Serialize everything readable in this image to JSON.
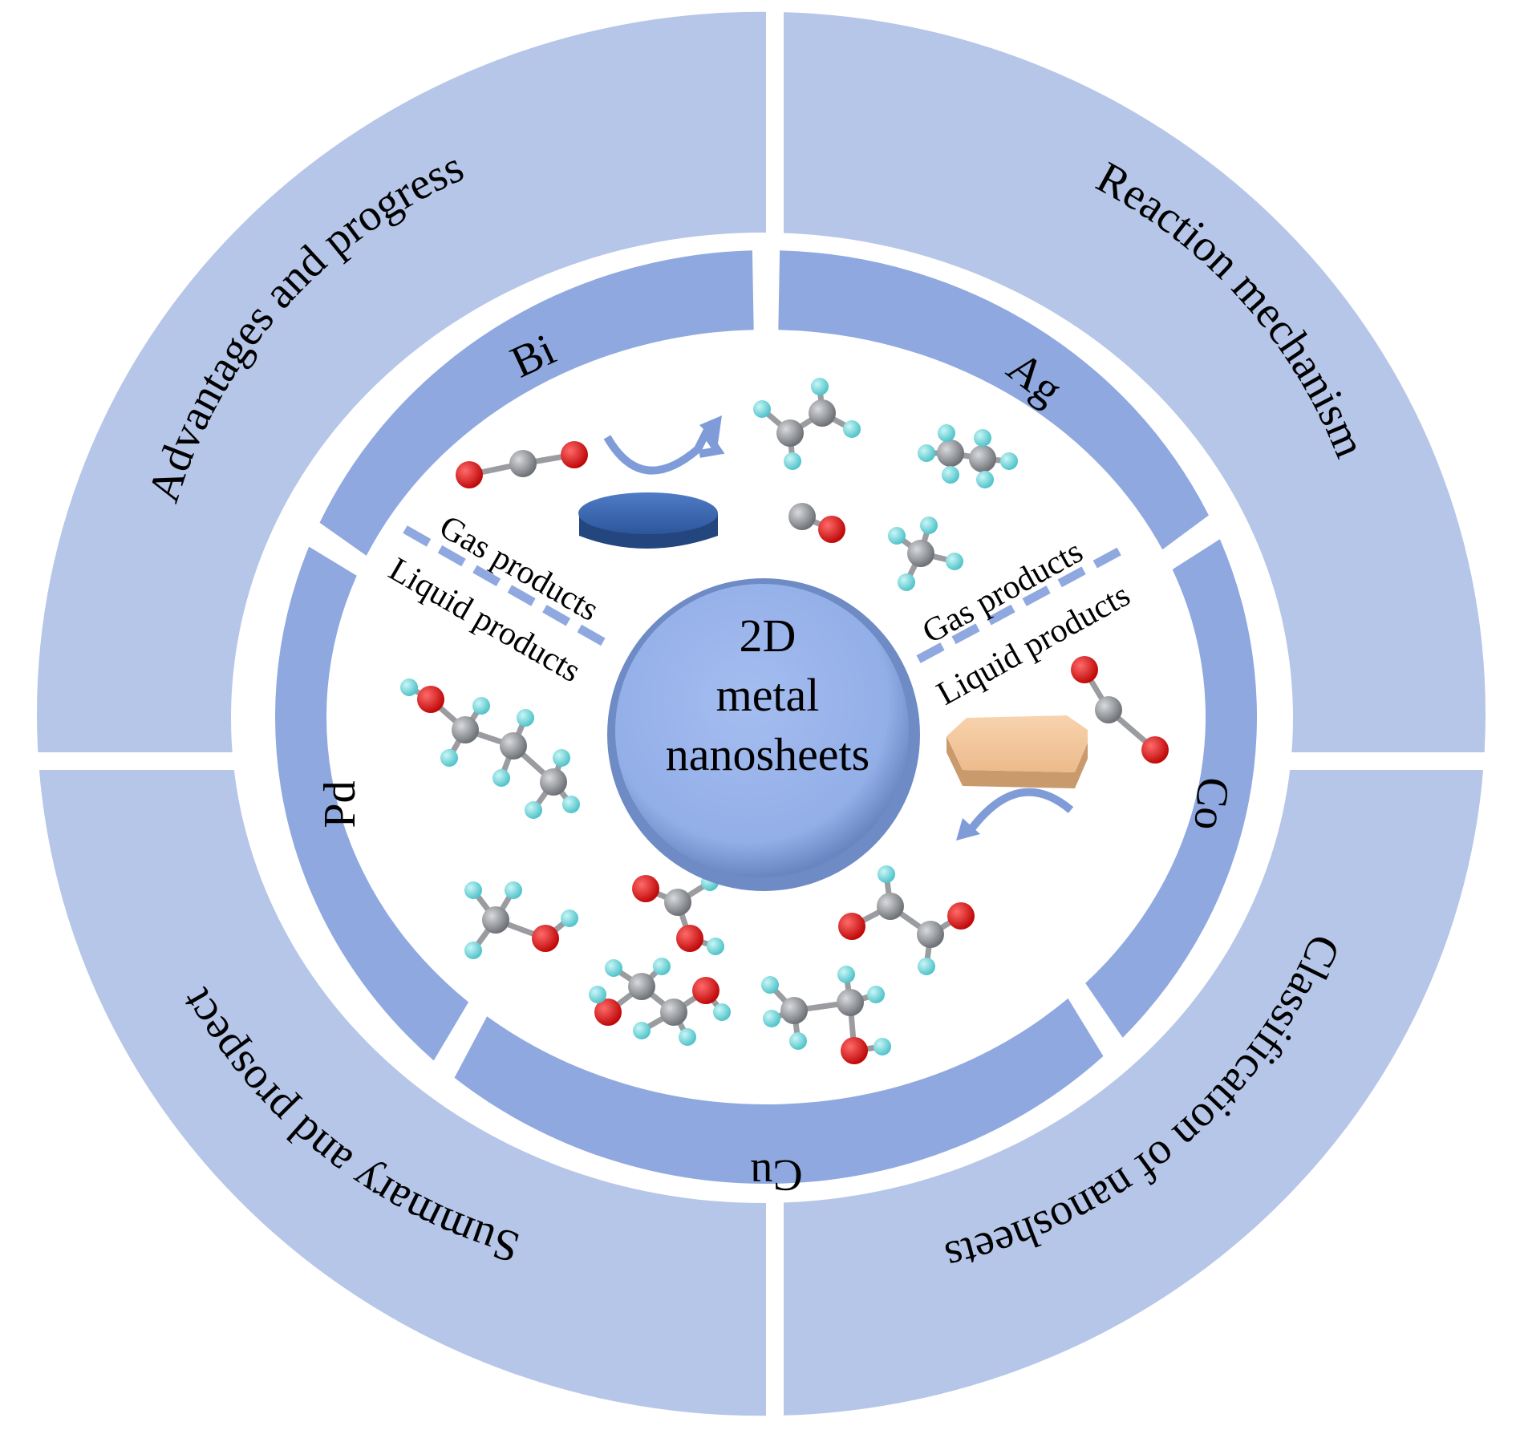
{
  "center": {
    "lines": [
      "2D",
      "metal",
      "nanosheets"
    ]
  },
  "outer_sections": [
    {
      "id": "advantages",
      "label": "Advantages and progress",
      "position": "top-left"
    },
    {
      "id": "mechanism",
      "label": "Reaction mechanism",
      "position": "top-right"
    },
    {
      "id": "classification",
      "label": "Classification of nanosheets",
      "position": "bottom-right"
    },
    {
      "id": "summary",
      "label": "Summary and prospect",
      "position": "bottom-left"
    }
  ],
  "metals": [
    {
      "id": "bi",
      "label": "Bi"
    },
    {
      "id": "ag",
      "label": "Ag"
    },
    {
      "id": "co",
      "label": "Co"
    },
    {
      "id": "cu",
      "label": "Cu"
    },
    {
      "id": "pd",
      "label": "Pd"
    }
  ],
  "product_labels": {
    "left": {
      "gas": "Gas products",
      "liquid": "Liquid products"
    },
    "right": {
      "gas": "Gas products",
      "liquid": "Liquid products"
    }
  },
  "colors": {
    "outer_ring": "#B6C6E8",
    "metal_ring": "#8FA9E0",
    "center_disc": "#98B3EA",
    "center_edge": "#6F8BC6",
    "dash": "#8FA9E0",
    "carbon": "#8E9196",
    "oxygen": "#E01818",
    "hydrogen": "#6FD6DA",
    "blue_sheet": "#2E58A0",
    "copper_sheet": "#F2C49A",
    "arrow": "#7F9CD8"
  }
}
